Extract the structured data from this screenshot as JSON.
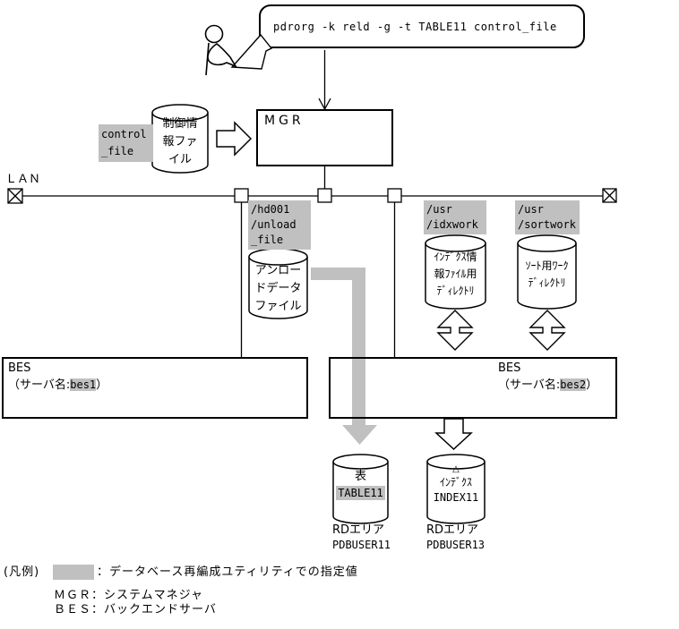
{
  "colors": {
    "highlight": "#c0c0c0",
    "line": "#000000",
    "background": "#ffffff",
    "gray_arrow": "#c0c0c0"
  },
  "icons": {
    "person": "stick-figure-operator",
    "speech_tail": "speech-bubble-tail",
    "block_arrow_right": "hollow-right-arrow",
    "block_arrow_down": "hollow-down-arrow",
    "double_arrow": "hollow-vertical-double-arrow",
    "gray_elbow_arrow": "thick-gray-elbow-arrow",
    "lan_terminator": "crossed-box-terminator",
    "cylinder": "disk-cylinder"
  },
  "bubble": {
    "command": "pdrorg -k reld -g -t TABLE11 control_file"
  },
  "mgr": {
    "label": "MGR"
  },
  "lan": {
    "label": "ＬＡＮ"
  },
  "control_file": {
    "lines": [
      "control",
      "_file"
    ],
    "cylinder": [
      "制御情",
      "報ファ",
      "イル"
    ]
  },
  "unload": {
    "lines": [
      "/hd001",
      "/unload",
      "_file"
    ],
    "cylinder": [
      "アンロー",
      "ドデータ",
      "ファイル"
    ]
  },
  "idxwork": {
    "lines": [
      "/usr",
      "/idxwork"
    ],
    "cylinder": [
      "ｲﾝﾃﾞｸｽ情",
      "報ﾌｧｲﾙ用",
      "ﾃﾞｨﾚｸﾄﾘ"
    ]
  },
  "sortwork": {
    "lines": [
      "/usr",
      "/sortwork"
    ],
    "cylinder": [
      "ｿｰﾄ用ﾜｰｸ",
      "ﾃﾞｨﾚｸﾄﾘ"
    ]
  },
  "bes1": {
    "title": "BES",
    "server_prefix": "（サーバ名:",
    "server_name": "bes1",
    "server_suffix": "）"
  },
  "bes2": {
    "title": "BES",
    "server_prefix": "（サーバ名:",
    "server_name": "bes2",
    "server_suffix": "）"
  },
  "table_store": {
    "kind": "表",
    "name": "TABLE11",
    "area": [
      "RDエリア",
      "PDBUSER11"
    ]
  },
  "index_store": {
    "symbol": "△",
    "kind": "ｲﾝﾃﾞｸｽ",
    "name": "INDEX11",
    "area": [
      "RDエリア",
      "PDBUSER13"
    ]
  },
  "legend": {
    "title": "(凡例)",
    "highlight_desc": "：データベース再編成ユティリティでの指定値",
    "mgr": "ＭＧＲ：システムマネジャ",
    "bes": "ＢＥＳ：バックエンドサーバ"
  }
}
